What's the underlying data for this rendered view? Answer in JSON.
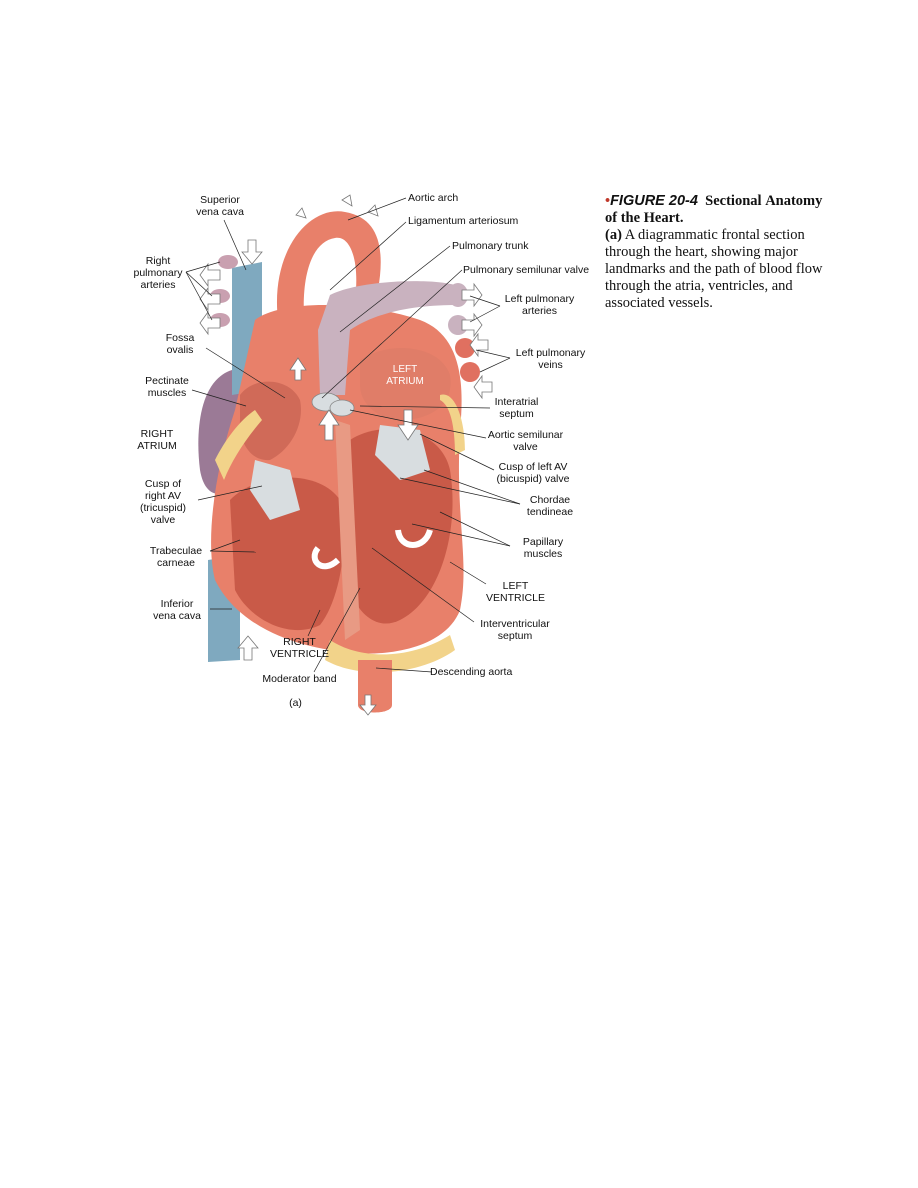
{
  "caption": {
    "bullet": "•",
    "figure_number": "FIGURE 20-4",
    "title_part1": "Sectional",
    "title_part2": "Anatomy of the Heart.",
    "part_label": "(a)",
    "description": "A diagrammatic frontal section through the heart, showing major landmarks and the path of blood flow through the atria, ventricles, and associated vessels."
  },
  "labels": {
    "superior_vena_cava": "Superior\nvena cava",
    "right_pulmonary_arteries": "Right\npulmonary\narteries",
    "fossa_ovalis": "Fossa\novalis",
    "pectinate_muscles": "Pectinate\nmuscles",
    "right_atrium": "RIGHT\nATRIUM",
    "cusp_right_av": "Cusp of\nright AV\n(tricuspid)\nvalve",
    "trabeculae_carneae": "Trabeculae\ncarneae",
    "inferior_vena_cava": "Inferior\nvena cava",
    "right_ventricle": "RIGHT\nVENTRICLE",
    "moderator_band": "Moderator band",
    "part_a": "(a)",
    "aortic_arch": "Aortic arch",
    "ligamentum_arteriosum": "Ligamentum arteriosum",
    "pulmonary_trunk": "Pulmonary trunk",
    "pulmonary_semilunar_valve": "Pulmonary semilunar valve",
    "left_pulmonary_arteries": "Left pulmonary\narteries",
    "left_pulmonary_veins": "Left pulmonary\nveins",
    "left_atrium": "LEFT\nATRIUM",
    "interatrial_septum": "Interatrial\nseptum",
    "aortic_semilunar_valve": "Aortic semilunar\nvalve",
    "cusp_left_av": "Cusp of left AV\n(bicuspid) valve",
    "chordae_tendineae": "Chordae\ntendineae",
    "papillary_muscles": "Papillary\nmuscles",
    "left_ventricle": "LEFT\nVENTRICLE",
    "interventricular_septum": "Interventricular\nseptum",
    "descending_aorta": "Descending aorta"
  },
  "colors": {
    "heart_muscle": "#e8806a",
    "heart_inner": "#c95a48",
    "vena_cava": "#7fa9bf",
    "pulmonary_trunk": "#c9b2bf",
    "valve": "#d8dde0",
    "fat": "#f2d38a",
    "right_atrium_wall": "#9b7a96"
  }
}
